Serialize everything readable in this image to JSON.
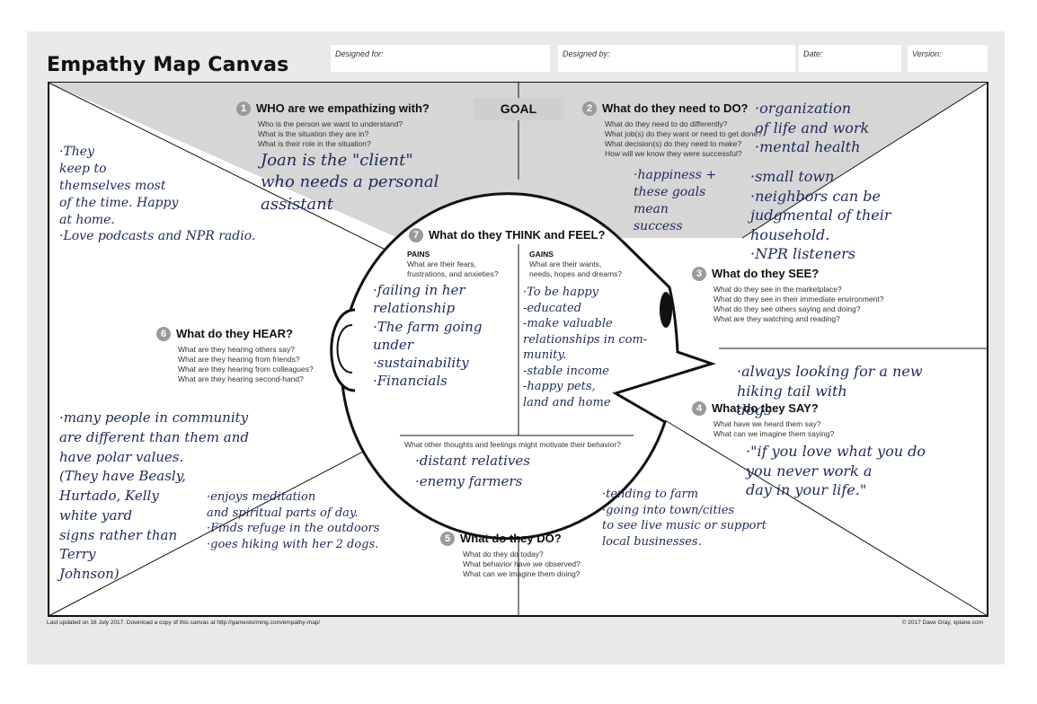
{
  "header": {
    "title": "Empathy Map Canvas",
    "fields": [
      {
        "label": "Designed for:"
      },
      {
        "label": "Designed by:"
      },
      {
        "label": "Date:"
      },
      {
        "label": "Version:"
      }
    ]
  },
  "goal": {
    "label": "GOAL"
  },
  "sections": {
    "who": {
      "number": "1",
      "title": "WHO are we empathizing with?",
      "questions": "Who is the person we want to understand?\nWhat is the situation they are in?\nWhat is their role in the situation?",
      "notes": "Joan is the \"client\"\nwho needs a personal\nassistant"
    },
    "do_need": {
      "number": "2",
      "title": "What do they need to DO?",
      "questions": "What do they need to do differently?\nWhat job(s) do they want or need to get done?\nWhat decision(s) do they need to make?\nHow will we know they were successful?",
      "notes_top": "·organization\nof life and work\n·mental health",
      "notes_bottom": "·happiness +\nthese goals\nmean\nsuccess"
    },
    "see": {
      "number": "3",
      "title": "What do they SEE?",
      "questions": "What do they see in the marketplace?\nWhat do they see in their immediate environment?\nWhat do they see others saying and doing?\nWhat are they watching and reading?",
      "notes": "·small town\n·neighbors can be\njudgmental of their\nhousehold.\n·NPR listeners"
    },
    "say": {
      "number": "4",
      "title": "What do they SAY?",
      "questions": "What have we heard them say?\nWhat can we imagine them saying?",
      "notes_top": "·always looking for a new\nhiking tail with\ndogs",
      "notes_bottom": "·\"if you love what you do\nyou never work a\nday in your life.\""
    },
    "do": {
      "number": "5",
      "title": "What do they DO?",
      "questions": "What do they do today?\nWhat behavior have we observed?\nWhat can we imagine them doing?",
      "notes_left": "·enjoys meditation\nand spiritual parts of day.\n·Finds refuge in the outdoors\n·goes hiking with her 2 dogs.",
      "notes_right": "·tending to farm\n·going into town/cities\nto see live music or support\nlocal businesses."
    },
    "hear": {
      "number": "6",
      "title": "What do they HEAR?",
      "questions": "What are they hearing others say?\nWhat are they hearing from friends?\nWhat are they hearing from colleagues?\nWhat are they hearing second-hand?",
      "notes": "·many people in community\nare different than them and\nhave polar values.\n(They have Beasly,\nHurtado, Kelly\nwhite yard\nsigns rather than\nTerry\nJohnson)"
    },
    "think": {
      "number": "7",
      "title": "What do they THINK and FEEL?",
      "pains_label": "PAINS",
      "pains_q": "What are their fears,\nfrustrations, and anxieties?",
      "pains_notes": "·failing in her\nrelationship\n·The farm going\nunder\n·sustainability\n·Financials",
      "gains_label": "GAINS",
      "gains_q": "What are their wants,\nneeds, hopes and dreams?",
      "gains_notes": "·To be happy\n-educated\n-make valuable\nrelationships in com-\nmunity.\n-stable income\n-happy pets,\nland and home",
      "other_q": "What other thoughts and feelings might motivate their behavior?",
      "other_notes": "·distant relatives\n·enemy farmers"
    },
    "left_top_notes": "·They\nkeep to\nthemselves most\nof the time. Happy\nat home.\n·Love podcasts and NPR radio."
  },
  "footer": {
    "left": "Last updated on 16 July 2017. Download a copy of this canvas at http://gamestorming.com/empathy-map/",
    "right": "© 2017 Dave Gray, xplane.com"
  }
}
